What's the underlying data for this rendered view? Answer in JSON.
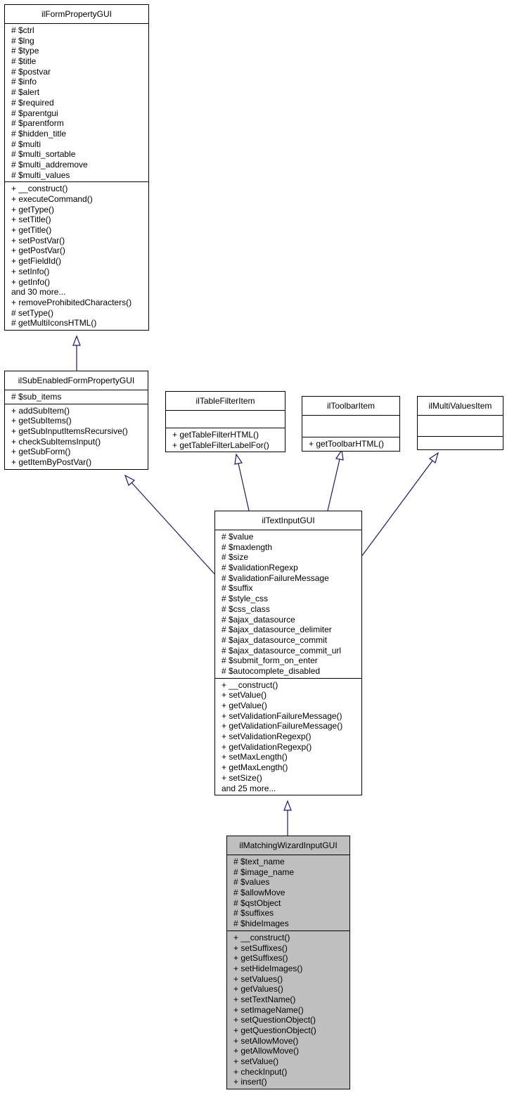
{
  "classes": {
    "form_property": {
      "name": "ilFormPropertyGUI",
      "attributes": [
        "# $ctrl",
        "# $lng",
        "# $type",
        "# $title",
        "# $postvar",
        "# $info",
        "# $alert",
        "# $required",
        "# $parentgui",
        "# $parentform",
        "# $hidden_title",
        "# $multi",
        "# $multi_sortable",
        "# $multi_addremove",
        "# $multi_values"
      ],
      "methods": [
        "+ __construct()",
        "+ executeCommand()",
        "+ getType()",
        "+ setTitle()",
        "+ getTitle()",
        "+ setPostVar()",
        "+ getPostVar()",
        "+ getFieldId()",
        "+ setInfo()",
        "+ getInfo()",
        "and 30 more...",
        "+ removeProhibitedCharacters()",
        "# setType()",
        "# getMultiIconsHTML()"
      ]
    },
    "sub_enabled": {
      "name": "ilSubEnabledFormPropertyGUI",
      "attributes": [
        "# $sub_items"
      ],
      "methods": [
        "+ addSubItem()",
        "+ getSubItems()",
        "+ getSubInputItemsRecursive()",
        "+ checkSubItemsInput()",
        "+ getSubForm()",
        "+ getItemByPostVar()"
      ]
    },
    "table_filter": {
      "name": "ilTableFilterItem",
      "attributes": [],
      "methods": [
        "+ getTableFilterHTML()",
        "+ getTableFilterLabelFor()"
      ]
    },
    "toolbar_item": {
      "name": "ilToolbarItem",
      "attributes": [],
      "methods": [
        "+ getToolbarHTML()"
      ]
    },
    "multi_values": {
      "name": "ilMultiValuesItem",
      "attributes": [],
      "methods": []
    },
    "text_input": {
      "name": "ilTextInputGUI",
      "attributes": [
        "# $value",
        "# $maxlength",
        "# $size",
        "# $validationRegexp",
        "# $validationFailureMessage",
        "# $suffix",
        "# $style_css",
        "# $css_class",
        "# $ajax_datasource",
        "# $ajax_datasource_delimiter",
        "# $ajax_datasource_commit",
        "# $ajax_datasource_commit_url",
        "# $submit_form_on_enter",
        "# $autocomplete_disabled"
      ],
      "methods": [
        "+ __construct()",
        "+ setValue()",
        "+ getValue()",
        "+ setValidationFailureMessage()",
        "+ getValidationFailureMessage()",
        "+ setValidationRegexp()",
        "+ getValidationRegexp()",
        "+ setMaxLength()",
        "+ getMaxLength()",
        "+ setSize()",
        "and 25 more..."
      ]
    },
    "matching_wizard": {
      "name": "ilMatchingWizardInputGUI",
      "attributes": [
        "# $text_name",
        "# $image_name",
        "# $values",
        "# $allowMove",
        "# $qstObject",
        "# $suffixes",
        "# $hideImages"
      ],
      "methods": [
        "+ __construct()",
        "+ setSuffixes()",
        "+ getSuffixes()",
        "+ setHideImages()",
        "+ setValues()",
        "+ getValues()",
        "+ setTextName()",
        "+ setImageName()",
        "+ setQuestionObject()",
        "+ getQuestionObject()",
        "+ setAllowMove()",
        "+ getAllowMove()",
        "+ setValue()",
        "+ checkInput()",
        "+ insert()"
      ]
    }
  },
  "colors": {
    "edge": "#191970",
    "focus_fill": "#bfbfbf",
    "node_fill": "#ffffff"
  }
}
